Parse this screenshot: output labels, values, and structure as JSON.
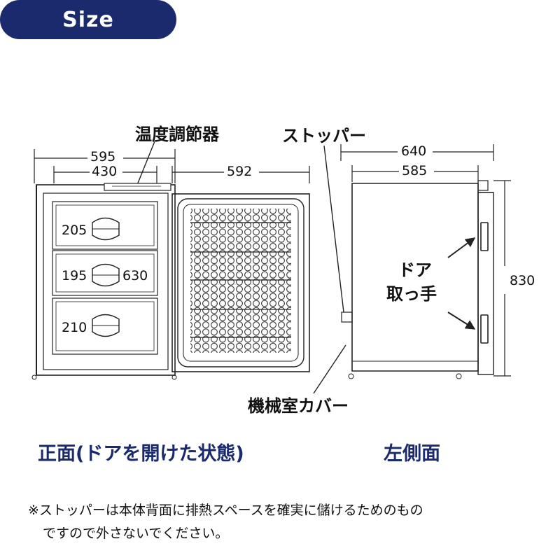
{
  "header": {
    "title": "Size"
  },
  "labels": {
    "thermostat": "温度調節器",
    "stopper": "ストッパー",
    "handle_line1": "ドア",
    "handle_line2": "取っ手",
    "compressor_cover": "機械室カバー"
  },
  "dimensions": {
    "front_outer_width": "595",
    "front_inner_width": "430",
    "door_width": "592",
    "side_outer_depth": "640",
    "side_inner_depth": "585",
    "height": "830",
    "drawer_top": "205",
    "drawer_middle": "195",
    "drawer_bottom": "210",
    "inner_height": "630"
  },
  "captions": {
    "front": "正面(ドアを開けた状態)",
    "side": "左側面"
  },
  "footnote": {
    "line1": "※ストッパーは本体背面に排熱スペースを確実に儲けるためのもの",
    "line2": "ですので外さないでください。"
  },
  "colors": {
    "accent": "#1a2a6c",
    "line": "#222222"
  }
}
